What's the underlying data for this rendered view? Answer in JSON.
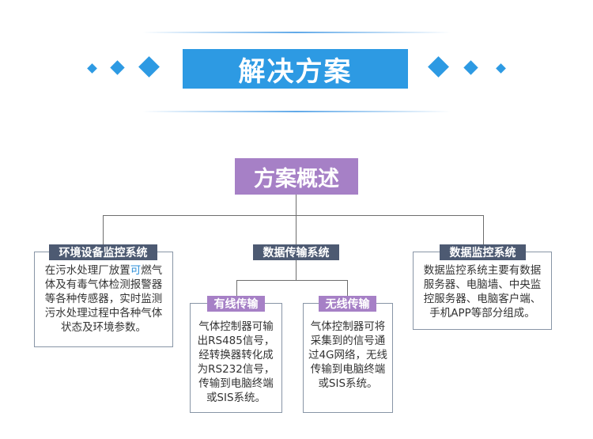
{
  "title": "解决方案",
  "overview": "方案概述",
  "env": {
    "label": "环境设备监控系统",
    "lines": [
      "在污水处理厂放置可燃气",
      "体及有毒气体检测报警器",
      "等各种传感器，实时监测",
      "污水处理过程中各种气体",
      "状态及环境参数。"
    ]
  },
  "transfer": {
    "label": "数据传输系统"
  },
  "wired": {
    "label": "有线传输",
    "lines": [
      "气体控制器可输",
      "出RS485信号，",
      "经转换器转化成",
      "为RS232信号，",
      "传输到电脑终端",
      "或SIS系统。"
    ]
  },
  "wireless": {
    "label": "无线传输",
    "lines": [
      "气体控制器可将",
      "采集到的信号通",
      "过4G网络，无线",
      "传输到电脑终端",
      "或SIS系统。"
    ]
  },
  "monitor": {
    "label": "数据监控系统",
    "lines": [
      "数据监控系统主要有数据",
      "服务器、电脑墙、中央监",
      "控服务器、电脑客户端、",
      "手机APP等部分组成。"
    ]
  },
  "colors": {
    "banner": "#2d9ae3",
    "purple": "#a680c6",
    "dark_tag": "#4d5a72",
    "highlight": "#2d8fd8"
  }
}
